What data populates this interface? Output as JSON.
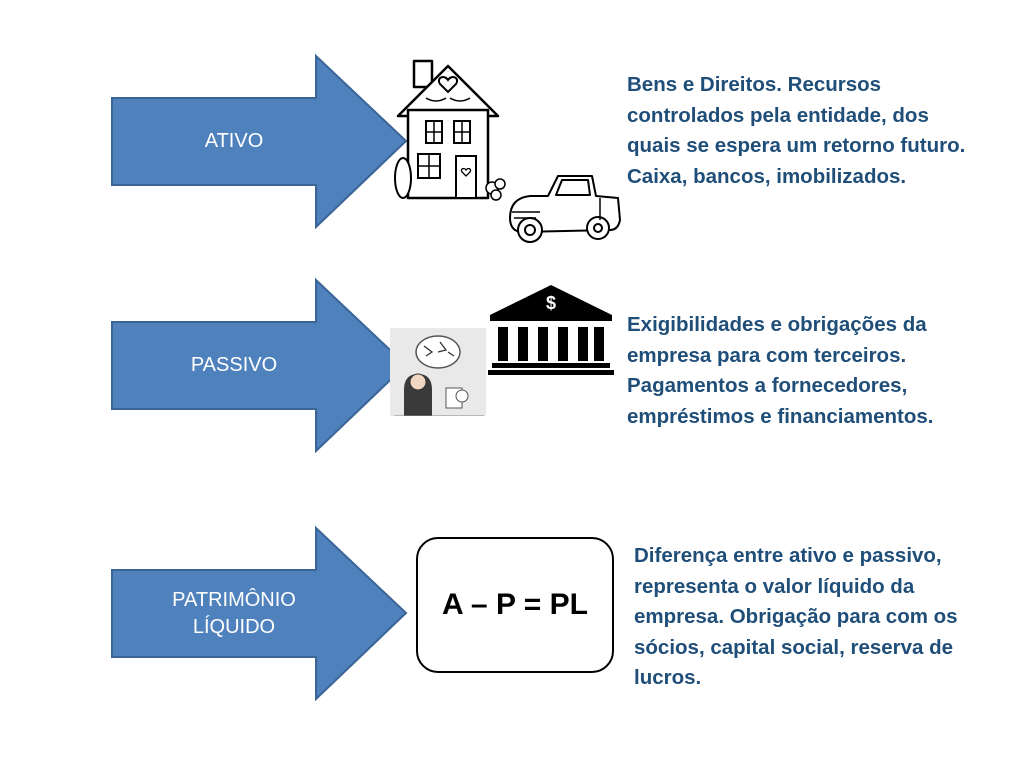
{
  "rows": [
    {
      "label": "ATIVO",
      "description": "Bens e Direitos. Recursos controlados pela entidade, dos quais se espera um retorno futuro. Caixa, bancos, imobilizados."
    },
    {
      "label": "PASSIVO",
      "description": "Exigibilidades e obrigações da empresa para com terceiros. Pagamentos a fornecedores, empréstimos e financiamentos."
    },
    {
      "label_line1": "PATRIMÔNIO",
      "label_line2": "LÍQUIDO",
      "formula": "A – P = PL",
      "description": "Diferença entre ativo e passivo, representa o valor líquido da empresa. Obrigação para com os sócios, capital social, reserva de lucros."
    }
  ],
  "bank_sign": "$",
  "colors": {
    "arrow_fill": "#4f81bd",
    "arrow_stroke": "#3a6596",
    "desc_text": "#1f4e79"
  }
}
